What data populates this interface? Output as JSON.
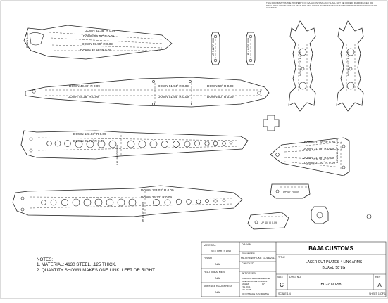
{
  "notice": "THIS DOCUMENT IS THE PROPERTY OF BAJA CUSTOMS AND SHALL NOT BE COPIED, REPRODUCED OR DISCLOSED TO OTHERS OR USED FOR ANY OTHER PURPOSE WITHOUT WRITTEN PERMISSION FROM BAJA CUSTOMS",
  "parts": {
    "top_plate": {
      "bends": [
        "DOWN 32.38° R 0.09",
        "DOWN 59.99° R 0.09",
        "DOWN 59.99° R 0.09",
        "DOWN 32.58° R 0.09"
      ],
      "end_label": "DOWN 34.08°"
    },
    "small_bars": [
      "UP 7.22° R 0.09",
      "UP 4.64° R 0.09"
    ],
    "long_plate": {
      "bends": [
        "DOWN 49.89° R 0.09",
        "DOWN 51.94° R 0.09",
        "DOWN 48.28° R 0.09",
        "DOWN 51.94° R 0.09",
        "DOWN 50° R 0.09",
        "DOWN 50° R 0.09"
      ]
    },
    "right_plate": {
      "bends": [
        "DOWN 37.74° R 0.09",
        "DOWN 35.97° R 0.09"
      ]
    },
    "arm_upper": {
      "bends": [
        "DOWN 123.03° R 0.09",
        "DOWN 25.72° R 0.09"
      ],
      "up_label": "UP 19.80° R 0.09"
    },
    "gusset": {
      "bends": [
        "DOWN 31.93° R 0.09",
        "DOWN 31.79° R 0.09",
        "DOWN 31.79° R 0.09",
        "DOWN 31.93° R 0.09"
      ],
      "side_label": "DOWN 16.89° R 0.09"
    },
    "arm_lower": {
      "bends": [
        "DOWN 123.03° R 0.09",
        "DOWN 25.72° R 0.09"
      ],
      "up_label": "UP 19.80° R 0.09"
    },
    "tab": "UP 40° R 0.09",
    "tab2": "UP 40° R 0.09"
  },
  "notes": {
    "heading": "NOTES:",
    "items": [
      "1.  MATERIAL: 4130 STEEL, .125 THICK.",
      "2.  QUANTITY SHOWN MAKES ONE LINK, LEFT OR RIGHT."
    ]
  },
  "title_block": {
    "material_label": "MATERIAL",
    "material_value": "SEE PARTS LIST",
    "finish_label": "FINISH",
    "finish_value": "N/A",
    "heat_label": "HEAT TREATMENT",
    "heat_value": "N/A",
    "surface_label": "SURFACE ROUGHNESS",
    "surface_value": "N/A",
    "drawn_label": "DRAWN",
    "engineer_label": "ENGINEER",
    "engineer_value": "MATTHEW FICKE",
    "date_value": "11/16/2011",
    "checked_label": "CHECKED",
    "approved_label": "APPROVED",
    "company": "BAJA CUSTOMS",
    "title_label": "TITLE",
    "title_line1": "LASER CUT PLATES 4 LINK ARMS",
    "title_line2": "BOXED 58\"LG",
    "size_label": "SIZE",
    "size_value": "C",
    "dwg_label": "DWG. NO.",
    "dwg_value": "BC-2090-58",
    "rev_label": "REV",
    "rev_value": "A",
    "scale_label": "SCALE 1:4",
    "sheet_label": "SHEET 1 OF 1",
    "tol_lines": [
      "UNLESS OTHERWISE SPECIFIED",
      "DIMENSIONS ARE IN INCHES",
      "ANGLES",
      "±1°",
      "2 PL ±0.01",
      "3 PL ±0.005"
    ],
    "bottom_note": "DO NOT SCALE THIS DRAWING"
  }
}
